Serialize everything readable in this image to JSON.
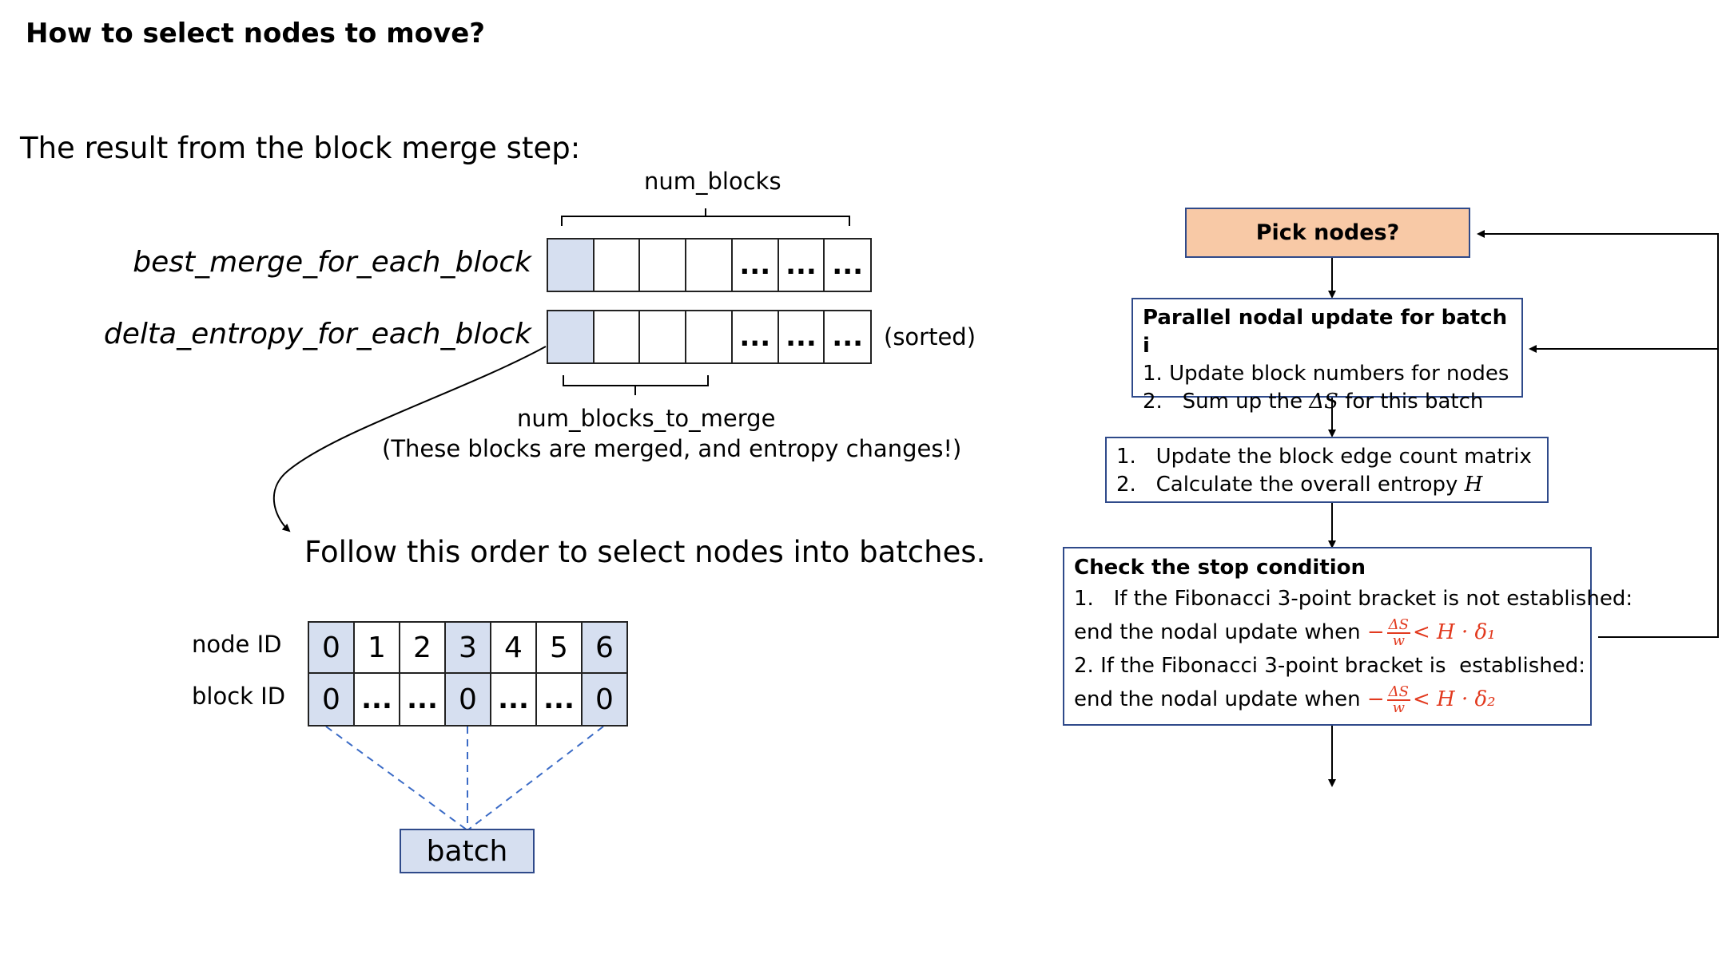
{
  "title": "How to select nodes to move?",
  "subtitle": "The result from the block merge step:",
  "arrays": {
    "num_blocks_label": "num_blocks",
    "best_merge_label": "best_merge_for_each_block",
    "delta_entropy_label": "delta_entropy_for_each_block",
    "sorted_label": "(sorted)",
    "cells": [
      "",
      "",
      "",
      "",
      "...",
      "...",
      "..."
    ],
    "num_blocks_to_merge_label": "num_blocks_to_merge",
    "merged_note": "(These blocks are merged, and entropy changes!)"
  },
  "follow_text": "Follow this order to select nodes into batches.",
  "node_table": {
    "node_id_label": "node ID",
    "block_id_label": "block ID",
    "node_ids": [
      "0",
      "1",
      "2",
      "3",
      "4",
      "5",
      "6"
    ],
    "block_ids": [
      "0",
      "...",
      "...",
      "0",
      "...",
      "...",
      "0"
    ]
  },
  "batch_label": "batch",
  "flowchart": {
    "pick": "Pick nodes?",
    "parallel_title": "Parallel nodal update for batch i",
    "parallel_item1": "1.   Update block numbers for nodes",
    "parallel_item2_pre": "2.   Sum up the ",
    "parallel_item2_math": "ΔS",
    "parallel_item2_post": " for this batch",
    "update_item1": "1.   Update the block edge count matrix",
    "update_item2_pre": "2.   Calculate the overall entropy ",
    "update_item2_math": "H",
    "stop_title": "Check the stop condition",
    "stop_item1": "1.   If the Fibonacci 3-point bracket is not established:",
    "stop_line2": "end the nodal update when ",
    "stop_item2": "2. If the Fibonacci 3-point bracket is  established:",
    "stop_line4": "end the nodal update when ",
    "frac_num": "ΔS",
    "frac_den": "w",
    "cond1_rhs": "< H · δ₁",
    "cond2_rhs": "< H · δ₂",
    "minus": "−"
  },
  "colors": {
    "highlight": "#d6dff0",
    "pick_fill": "#f8c9a6",
    "box_border": "#2f4a8a",
    "condition_red": "#e23a1f"
  }
}
